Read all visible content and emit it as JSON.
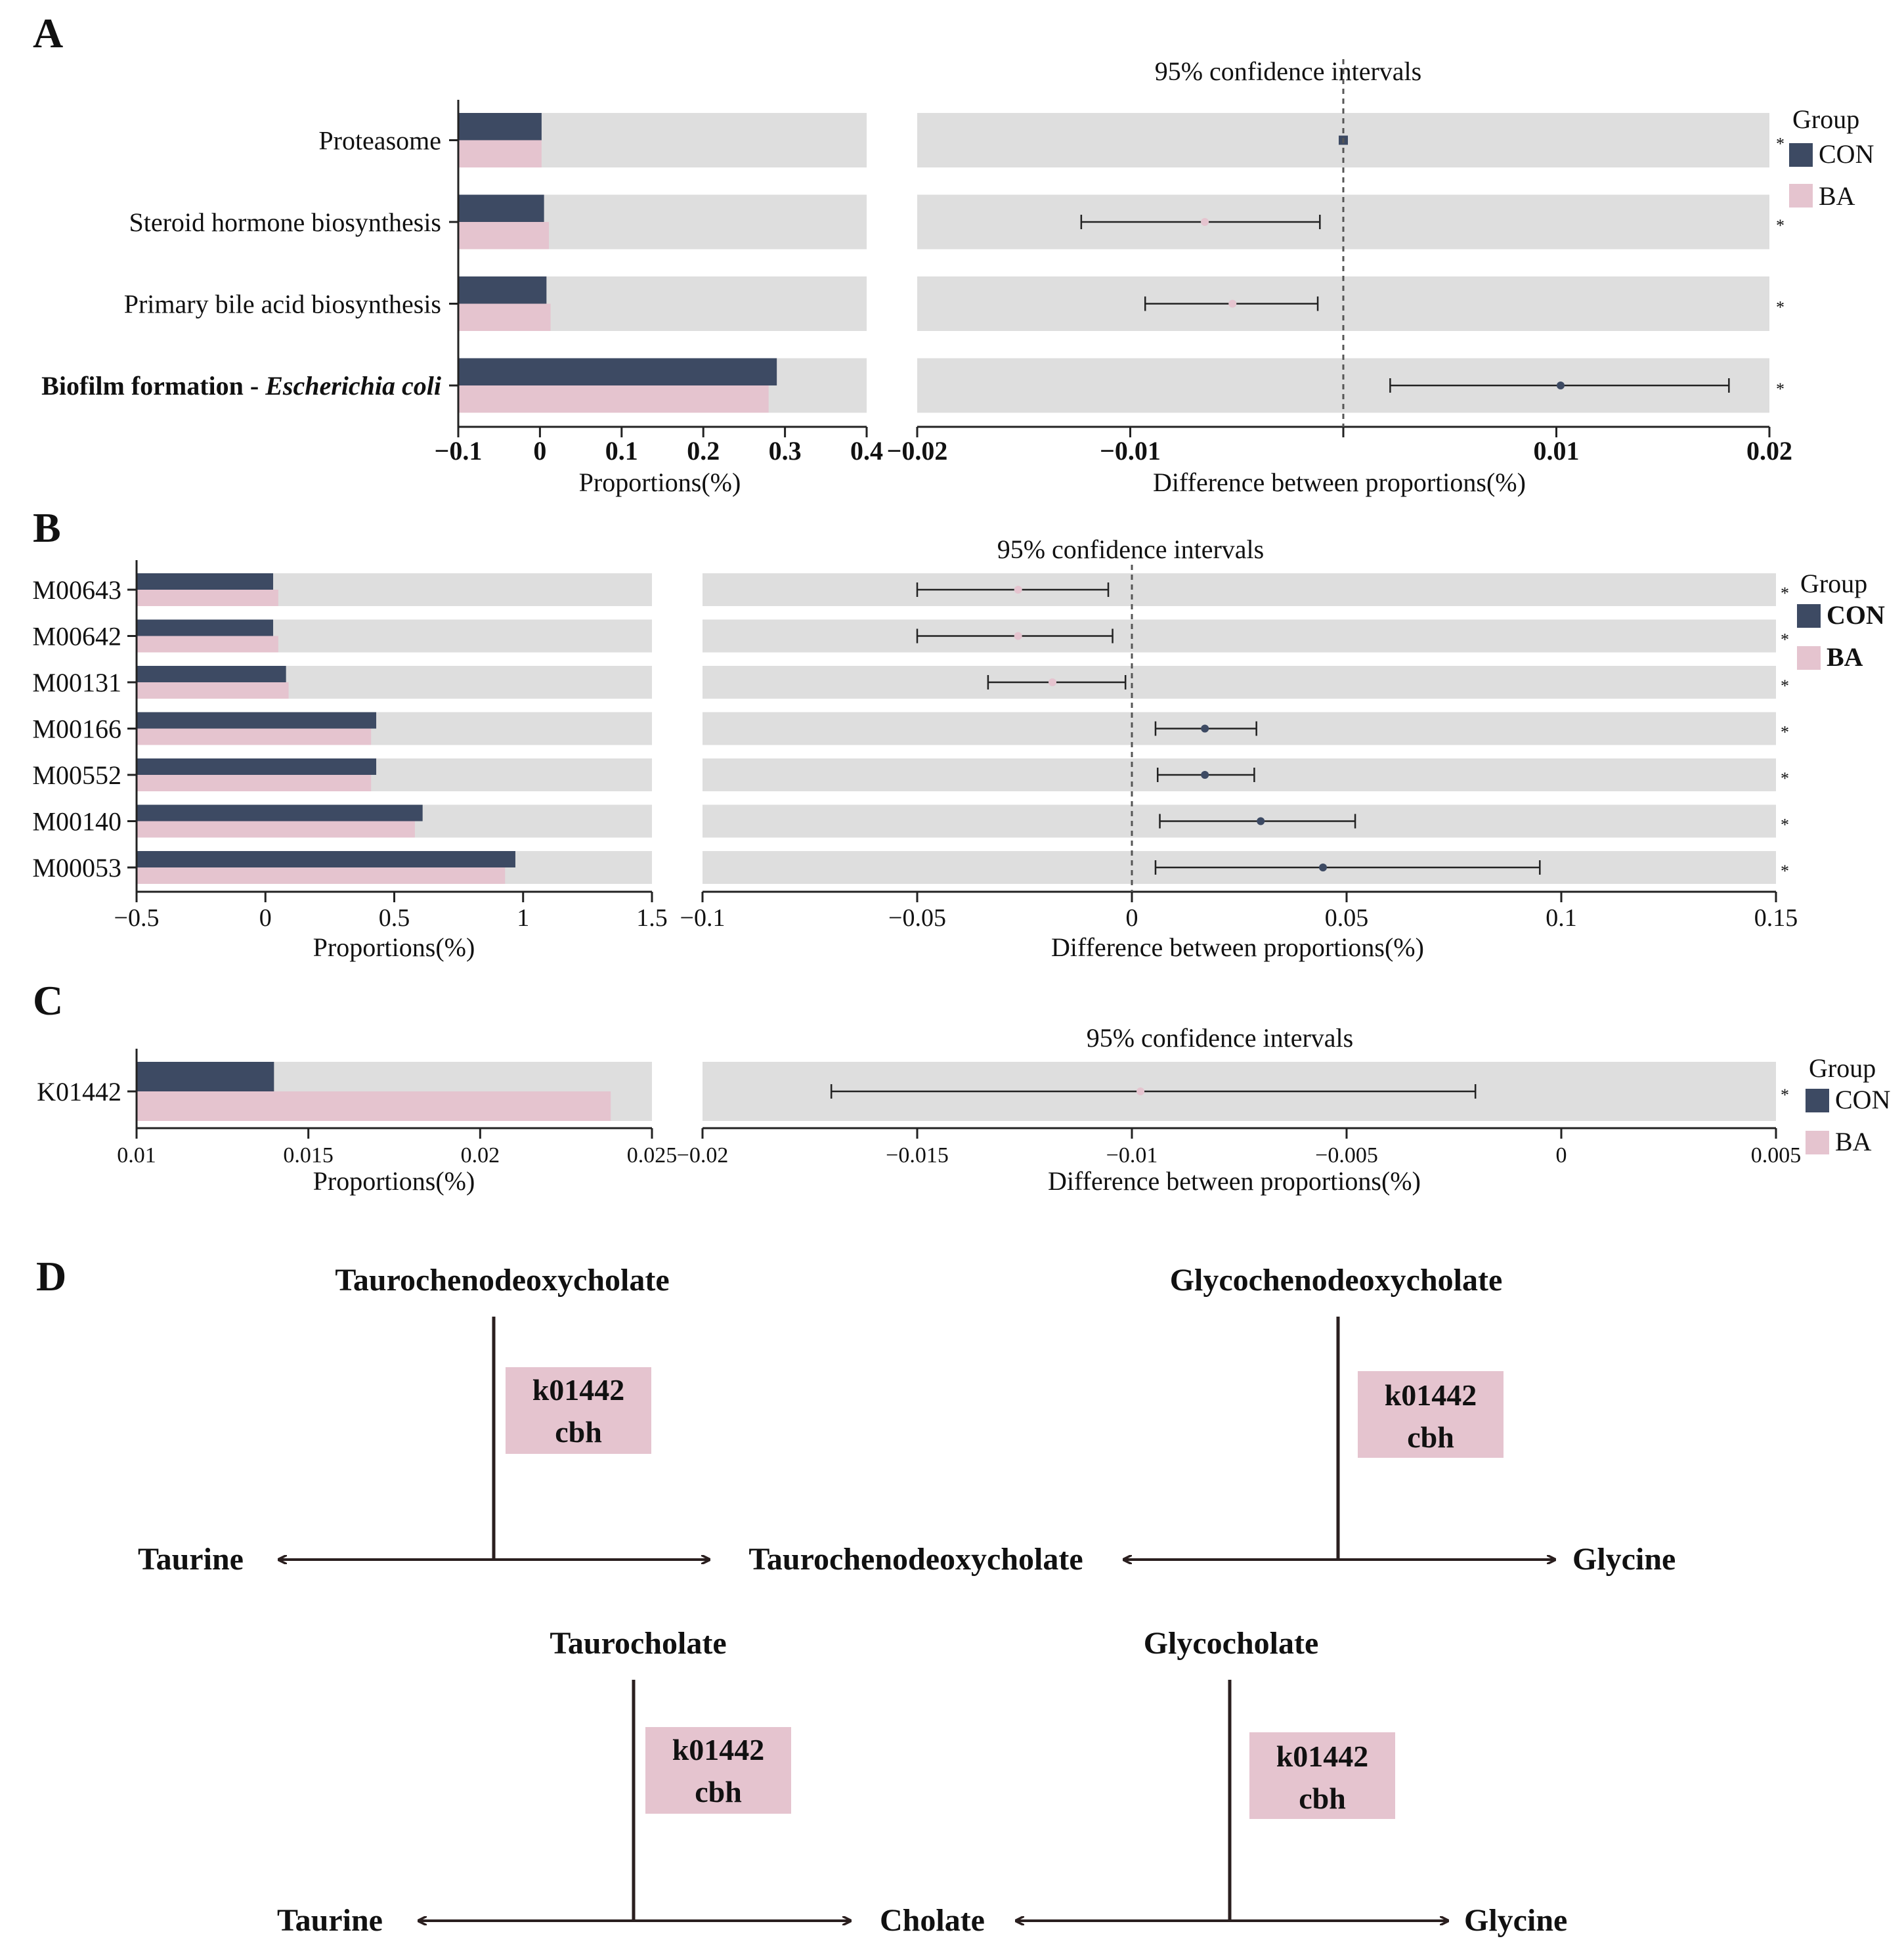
{
  "colors": {
    "con": "#3d4a63",
    "ba": "#e5c4cf",
    "track": "#dedede",
    "axis": "#222222",
    "arrow": "#2a1f1f",
    "box": "#e5c4cf"
  },
  "chart_data": [
    {
      "panel": "A",
      "type": "bar",
      "categories": [
        "Proteasome",
        "Steroid hormone biosynthesis",
        "Primary bile acid biosynthesis",
        "Biofilm formation - Escherichia coli"
      ],
      "series": [
        {
          "name": "CON",
          "values": [
            0.002,
            0.005,
            0.008,
            0.29
          ]
        },
        {
          "name": "BA",
          "values": [
            0.002,
            0.011,
            0.013,
            0.28
          ]
        }
      ],
      "xlabel": "Proportions(%)",
      "xlim": [
        -0.1,
        0.4
      ],
      "xticks": [
        "−0.1",
        "0",
        "0.1",
        "0.2",
        "0.3",
        "0.4"
      ],
      "ci": {
        "title": "95% confidence intervals",
        "xlabel": "Difference between proportions(%)",
        "xlim": [
          -0.02,
          0.02
        ],
        "xticks": [
          "−0.02",
          "−0.01",
          "",
          "0.01",
          "0.02"
        ],
        "estimate": [
          0.0,
          -0.0065,
          -0.0052,
          0.0102
        ],
        "lower": [
          0.0,
          -0.0123,
          -0.0093,
          0.0022
        ],
        "upper": [
          0.0,
          -0.0011,
          -0.0012,
          0.0181
        ],
        "favors": [
          "CON",
          "BA",
          "BA",
          "CON"
        ],
        "significance": [
          "*",
          "*",
          "*",
          "*"
        ]
      },
      "legend": {
        "title": "Group",
        "items": [
          "CON",
          "BA"
        ],
        "position": "right"
      }
    },
    {
      "panel": "B",
      "type": "bar",
      "categories": [
        "M00643",
        "M00642",
        "M00131",
        "M00166",
        "M00552",
        "M00140",
        "M00053"
      ],
      "series": [
        {
          "name": "CON",
          "values": [
            0.03,
            0.03,
            0.08,
            0.43,
            0.43,
            0.61,
            0.97
          ]
        },
        {
          "name": "BA",
          "values": [
            0.05,
            0.05,
            0.09,
            0.41,
            0.41,
            0.58,
            0.93
          ]
        }
      ],
      "xlabel": "Proportions(%)",
      "xlim": [
        -0.5,
        1.5
      ],
      "xticks": [
        "−0.5",
        "0",
        "0.5",
        "1",
        "1.5"
      ],
      "ci": {
        "title": "95% confidence intervals",
        "xlabel": "Difference between proportions(%)",
        "xlim": [
          -0.1,
          0.15
        ],
        "xticks": [
          "−0.1",
          "−0.05",
          "0",
          "0.05",
          "0.1",
          "0.15"
        ],
        "estimate": [
          -0.0265,
          -0.0265,
          -0.0185,
          0.017,
          0.017,
          0.03,
          0.0445
        ],
        "lower": [
          -0.05,
          -0.05,
          -0.0335,
          0.0055,
          0.006,
          0.0065,
          0.0055
        ],
        "upper": [
          -0.0055,
          -0.0045,
          -0.0015,
          0.029,
          0.0285,
          0.052,
          0.095
        ],
        "favors": [
          "BA",
          "BA",
          "BA",
          "CON",
          "CON",
          "CON",
          "CON"
        ],
        "significance": [
          "*",
          "*",
          "*",
          "*",
          "*",
          "*",
          "*"
        ]
      },
      "legend": {
        "title": "Group",
        "items": [
          "CON",
          "BA"
        ],
        "position": "right"
      }
    },
    {
      "panel": "C",
      "type": "bar",
      "categories": [
        "K01442"
      ],
      "series": [
        {
          "name": "CON",
          "values": [
            0.014
          ]
        },
        {
          "name": "BA",
          "values": [
            0.0238
          ]
        }
      ],
      "xlabel": "Proportions(%)",
      "xlim": [
        0.01,
        0.025
      ],
      "xticks": [
        "0.01",
        "0.015",
        "0.02",
        "0.025"
      ],
      "ci": {
        "title": "95% confidence intervals",
        "xlabel": "Difference between proportions(%)",
        "xlim": [
          -0.02,
          0.005
        ],
        "xticks": [
          "−0.02",
          "−0.015",
          "−0.01",
          "−0.005",
          "0",
          "0.005"
        ],
        "estimate": [
          -0.0098
        ],
        "lower": [
          -0.017
        ],
        "upper": [
          -0.002
        ],
        "favors": [
          "BA"
        ],
        "significance": [
          "*"
        ]
      },
      "legend": {
        "title": "Group",
        "items": [
          "CON",
          "BA"
        ],
        "position": "right"
      }
    }
  ],
  "panels": {
    "a": "A",
    "b": "B",
    "c": "C",
    "d": "D"
  },
  "pathway": {
    "reactions": [
      {
        "substrate": "Taurochenodeoxycholate",
        "left": "Taurine",
        "right": "Taurochenodeoxycholate",
        "enzyme_id": "k01442",
        "enzyme": "cbh"
      },
      {
        "substrate": "Glycochenodeoxycholate",
        "left": "Taurochenodeoxycholate",
        "right": "Glycine",
        "enzyme_id": "k01442",
        "enzyme": "cbh"
      },
      {
        "substrate": "Taurocholate",
        "left": "Taurine",
        "right": "Cholate",
        "enzyme_id": "k01442",
        "enzyme": "cbh"
      },
      {
        "substrate": "Glycocholate",
        "left": "Cholate",
        "right": "Glycine",
        "enzyme_id": "k01442",
        "enzyme": "cbh"
      }
    ]
  }
}
